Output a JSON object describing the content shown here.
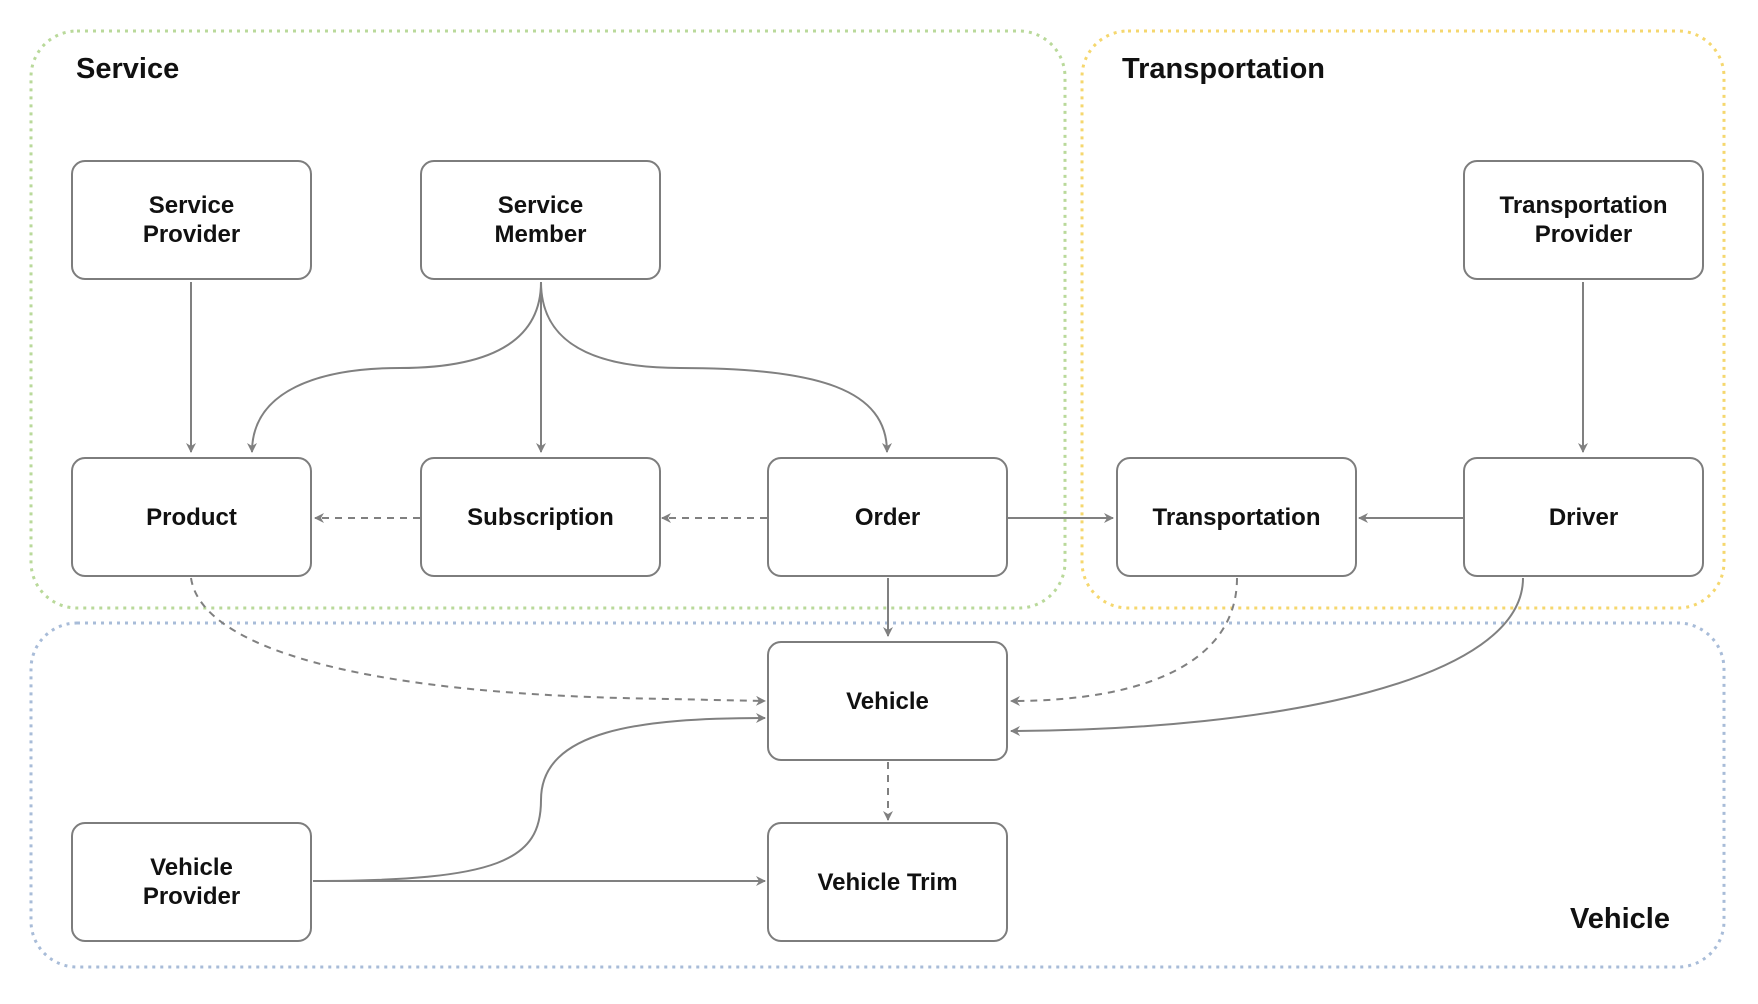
{
  "groups": {
    "service": {
      "label": "Service",
      "border_color": "#b9d99a"
    },
    "transportation": {
      "label": "Transportation",
      "border_color": "#f5d76e"
    },
    "vehicle": {
      "label": "Vehicle",
      "border_color": "#a8bcd8"
    }
  },
  "nodes": {
    "service_provider": {
      "label": "Service\nProvider"
    },
    "service_member": {
      "label": "Service\nMember"
    },
    "transportation_provider": {
      "label": "Transportation\nProvider"
    },
    "product": {
      "label": "Product"
    },
    "subscription": {
      "label": "Subscription"
    },
    "order": {
      "label": "Order"
    },
    "transportation": {
      "label": "Transportation"
    },
    "driver": {
      "label": "Driver"
    },
    "vehicle": {
      "label": "Vehicle"
    },
    "vehicle_provider": {
      "label": "Vehicle\nProvider"
    },
    "vehicle_trim": {
      "label": "Vehicle Trim"
    }
  },
  "edges": [
    {
      "from": "Service Provider",
      "to": "Product",
      "style": "solid"
    },
    {
      "from": "Service Member",
      "to": "Product",
      "style": "solid"
    },
    {
      "from": "Service Member",
      "to": "Subscription",
      "style": "solid"
    },
    {
      "from": "Service Member",
      "to": "Order",
      "style": "solid"
    },
    {
      "from": "Transportation Provider",
      "to": "Driver",
      "style": "solid"
    },
    {
      "from": "Subscription",
      "to": "Product",
      "style": "dashed"
    },
    {
      "from": "Order",
      "to": "Subscription",
      "style": "dashed"
    },
    {
      "from": "Order",
      "to": "Transportation",
      "style": "solid"
    },
    {
      "from": "Driver",
      "to": "Transportation",
      "style": "solid"
    },
    {
      "from": "Order",
      "to": "Vehicle",
      "style": "solid"
    },
    {
      "from": "Product",
      "to": "Vehicle",
      "style": "dashed"
    },
    {
      "from": "Transportation",
      "to": "Vehicle",
      "style": "dashed"
    },
    {
      "from": "Driver",
      "to": "Vehicle",
      "style": "solid"
    },
    {
      "from": "Vehicle Provider",
      "to": "Vehicle",
      "style": "solid"
    },
    {
      "from": "Vehicle Provider",
      "to": "Vehicle Trim",
      "style": "solid"
    },
    {
      "from": "Vehicle",
      "to": "Vehicle Trim",
      "style": "dashed"
    }
  ],
  "colors": {
    "edge": "#808080",
    "node_border": "#7d7d7d"
  }
}
